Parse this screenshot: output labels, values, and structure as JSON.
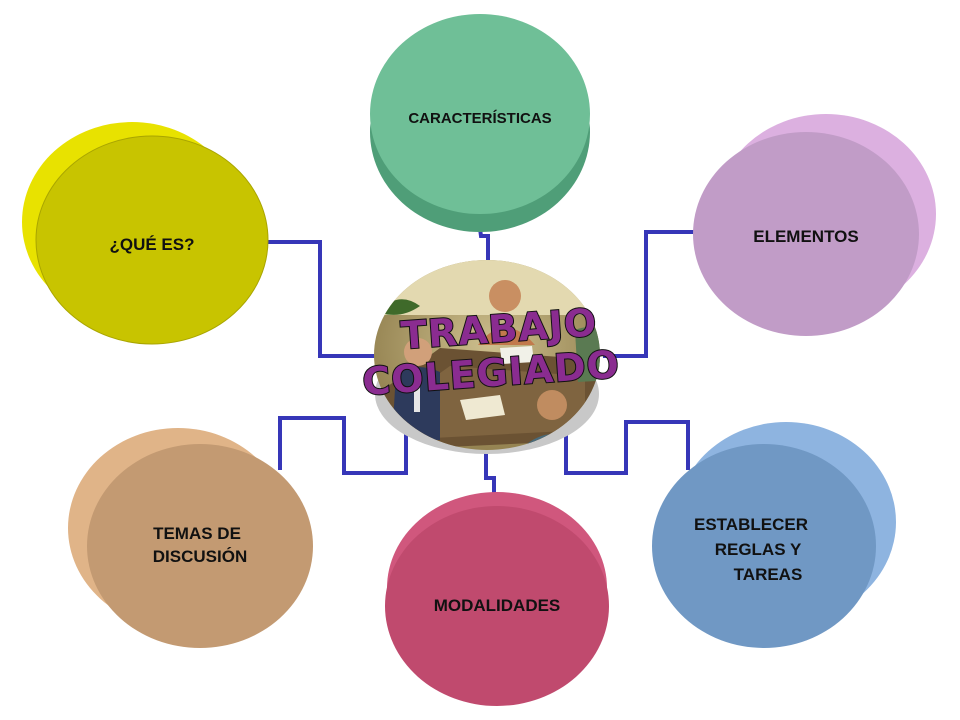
{
  "center": {
    "title_line1": "TRABAJO",
    "title_line2": "COLEGIADO",
    "title_color": "#8a2c90",
    "title_stroke": "#111111"
  },
  "nodes": {
    "que_es": {
      "label": "¿QUÉ ES?",
      "color": "#c8c400",
      "side_color": "#e8e200"
    },
    "caracteristicas": {
      "label": "CARACTERÍSTICAS",
      "color": "#6fbf97",
      "side_color": "#4f9e78"
    },
    "elementos": {
      "label": "ELEMENTOS",
      "color": "#c19cc7",
      "side_color": "#dcb0e0"
    },
    "temas": {
      "line1": "TEMAS DE",
      "line2": "DISCUSIÓN",
      "color": "#c39a72",
      "side_color": "#e0b488"
    },
    "modalidades": {
      "label": "MODALIDADES",
      "color": "#c04a6e",
      "side_color": "#d0577d"
    },
    "establecer": {
      "line1": "ESTABLECER",
      "line2": "REGLAS Y",
      "line3": "TAREAS",
      "color": "#7098c4",
      "side_color": "#8eb4e0"
    }
  },
  "connector_color": "#3636b8"
}
